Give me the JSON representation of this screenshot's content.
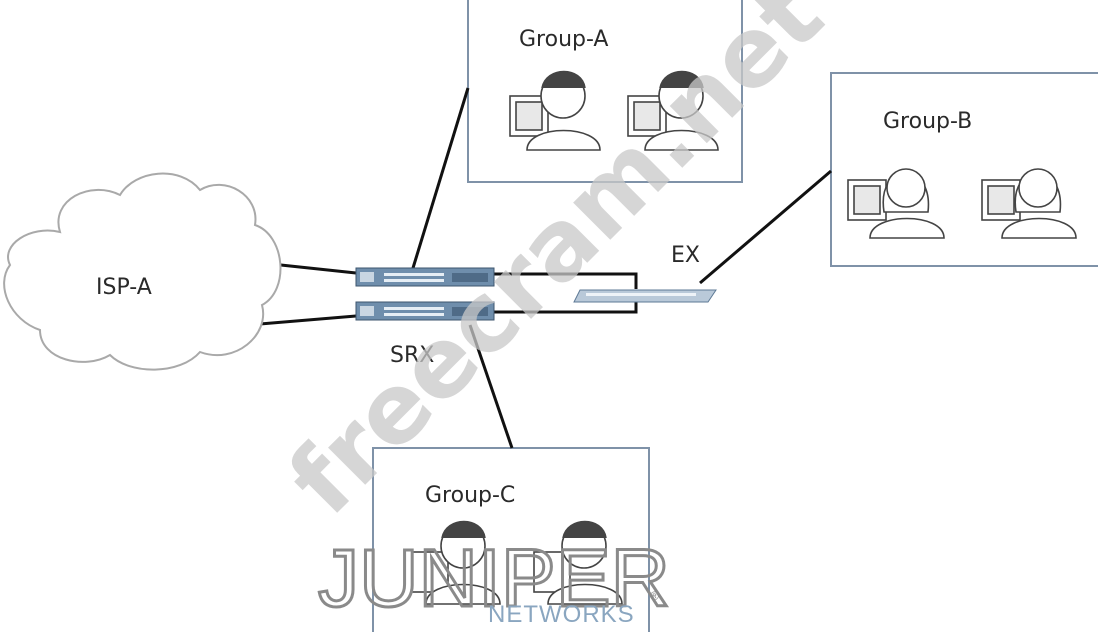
{
  "nodes": {
    "isp": {
      "label": "ISP-A"
    },
    "srx": {
      "label": "SRX"
    },
    "ex": {
      "label": "EX"
    },
    "group_a": {
      "label": "Group-A"
    },
    "group_b": {
      "label": "Group-B"
    },
    "group_c": {
      "label": "Group-C"
    }
  },
  "watermark": {
    "text": "freecram.net"
  },
  "logo": {
    "text": "JUNIPER",
    "subtext": "NETWORKS",
    "mark": "®"
  },
  "colors": {
    "box_border": "#7f92a8",
    "link": "#111111",
    "device_fill": "#6f8eac",
    "cloud_border": "#a9a9a9",
    "watermark": "#c8c8c8",
    "logo": "#8a8a8a"
  }
}
